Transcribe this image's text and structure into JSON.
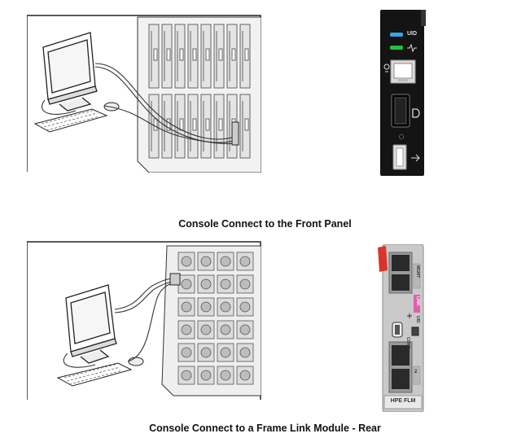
{
  "captions": {
    "front": "Console Connect to the Front Panel",
    "rear": "Console Connect to a Frame Link Module - Rear"
  },
  "front_panel": {
    "uid_label": "UID",
    "uid_color": "#3aa6e0",
    "health_color": "#22c33c",
    "icons": [
      "uid-led",
      "health-icon",
      "network-icon",
      "ethernet-port",
      "display-port-icon",
      "usb-icon"
    ]
  },
  "frame_link_module": {
    "label": "HPE FLM",
    "port_labels": [
      "MGMT",
      "LINK",
      "UID",
      "CONS",
      "2"
    ],
    "link_color": "#e060a8",
    "latch_color": "#d9342c"
  }
}
